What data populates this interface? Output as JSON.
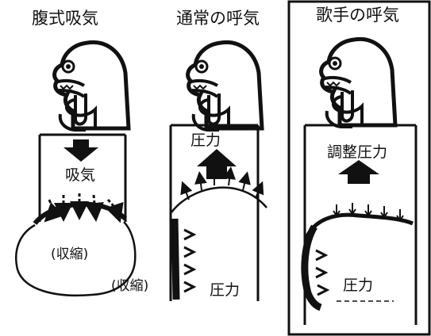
{
  "panels": [
    {
      "title": "腹式吸気",
      "inner_text": "吸気",
      "lower_text": "(収縮)"
    },
    {
      "title": "通常の呼気",
      "inner_text": "圧力",
      "side_text": "(収縮)",
      "lower_text": "圧力"
    },
    {
      "title": "歌手の呼気",
      "inner_text": "調整圧力",
      "lower_text": "圧力"
    }
  ]
}
